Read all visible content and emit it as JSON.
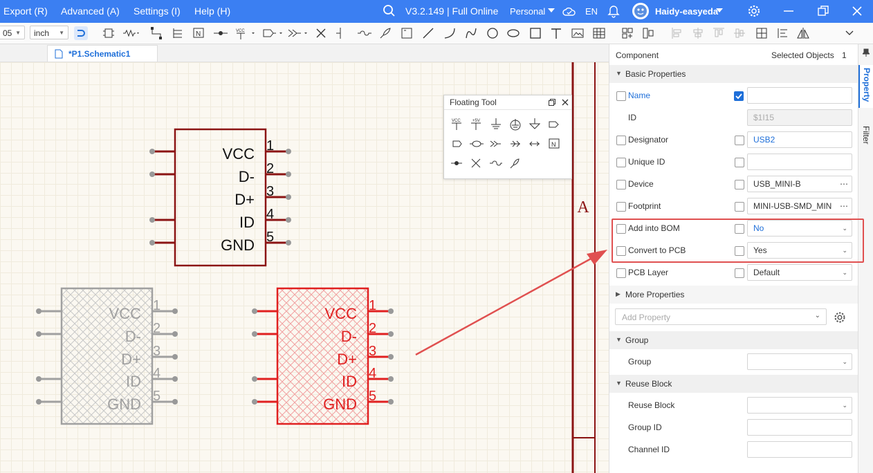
{
  "menu": {
    "export": "Export (R)",
    "advanced": "Advanced (A)",
    "settings": "Settings (I)",
    "help": "Help (H)",
    "version": "V3.2.149 | Full Online",
    "workspace": "Personal",
    "lang": "EN",
    "user": "Haidy-easyeda"
  },
  "toolbar": {
    "grid_value": "05",
    "unit": "inch"
  },
  "doc_tab": {
    "label": "*P1.Schematic1"
  },
  "floating_tool": {
    "title": "Floating Tool"
  },
  "canvas": {
    "symbols": [
      {
        "pins": [
          "VCC",
          "D-",
          "D+",
          "ID",
          "GND"
        ],
        "numbers": [
          "1",
          "2",
          "3",
          "4",
          "5"
        ]
      },
      {
        "pins": [
          "VCC",
          "D-",
          "D+",
          "ID",
          "GND"
        ],
        "numbers": [
          "1",
          "2",
          "3",
          "4",
          "5"
        ]
      },
      {
        "pins": [
          "VCC",
          "D-",
          "D+",
          "ID",
          "GND"
        ],
        "numbers": [
          "1",
          "2",
          "3",
          "4",
          "5"
        ]
      }
    ],
    "frame_label": "A"
  },
  "panel": {
    "header_left": "Component",
    "header_right": "Selected Objects",
    "count": "1",
    "basic": "Basic Properties",
    "props": {
      "name": "Name",
      "id_label": "ID",
      "id_value": "$1I15",
      "designator": "Designator",
      "designator_value": "USB2",
      "unique_id": "Unique ID",
      "device": "Device",
      "device_value": "USB_MINI-B",
      "footprint": "Footprint",
      "footprint_value": "MINI-USB-SMD_MIN",
      "bom": "Add into BOM",
      "bom_value": "No",
      "pcb": "Convert to PCB",
      "pcb_value": "Yes",
      "layer": "PCB Layer",
      "layer_value": "Default"
    },
    "more": "More Properties",
    "add_placeholder": "Add Property",
    "group_section": "Group",
    "group_label": "Group",
    "reuse_section": "Reuse Block",
    "reuse_label": "Reuse Block",
    "group_id": "Group ID",
    "channel_id": "Channel ID"
  },
  "side_tabs": {
    "property": "Property",
    "filter": "Filter"
  },
  "colors": {
    "accent": "#3b7ff2",
    "symbol": "#8b1414",
    "selected": "#e02020",
    "ghost": "#a0a0a0",
    "highlight": "#e05050"
  }
}
